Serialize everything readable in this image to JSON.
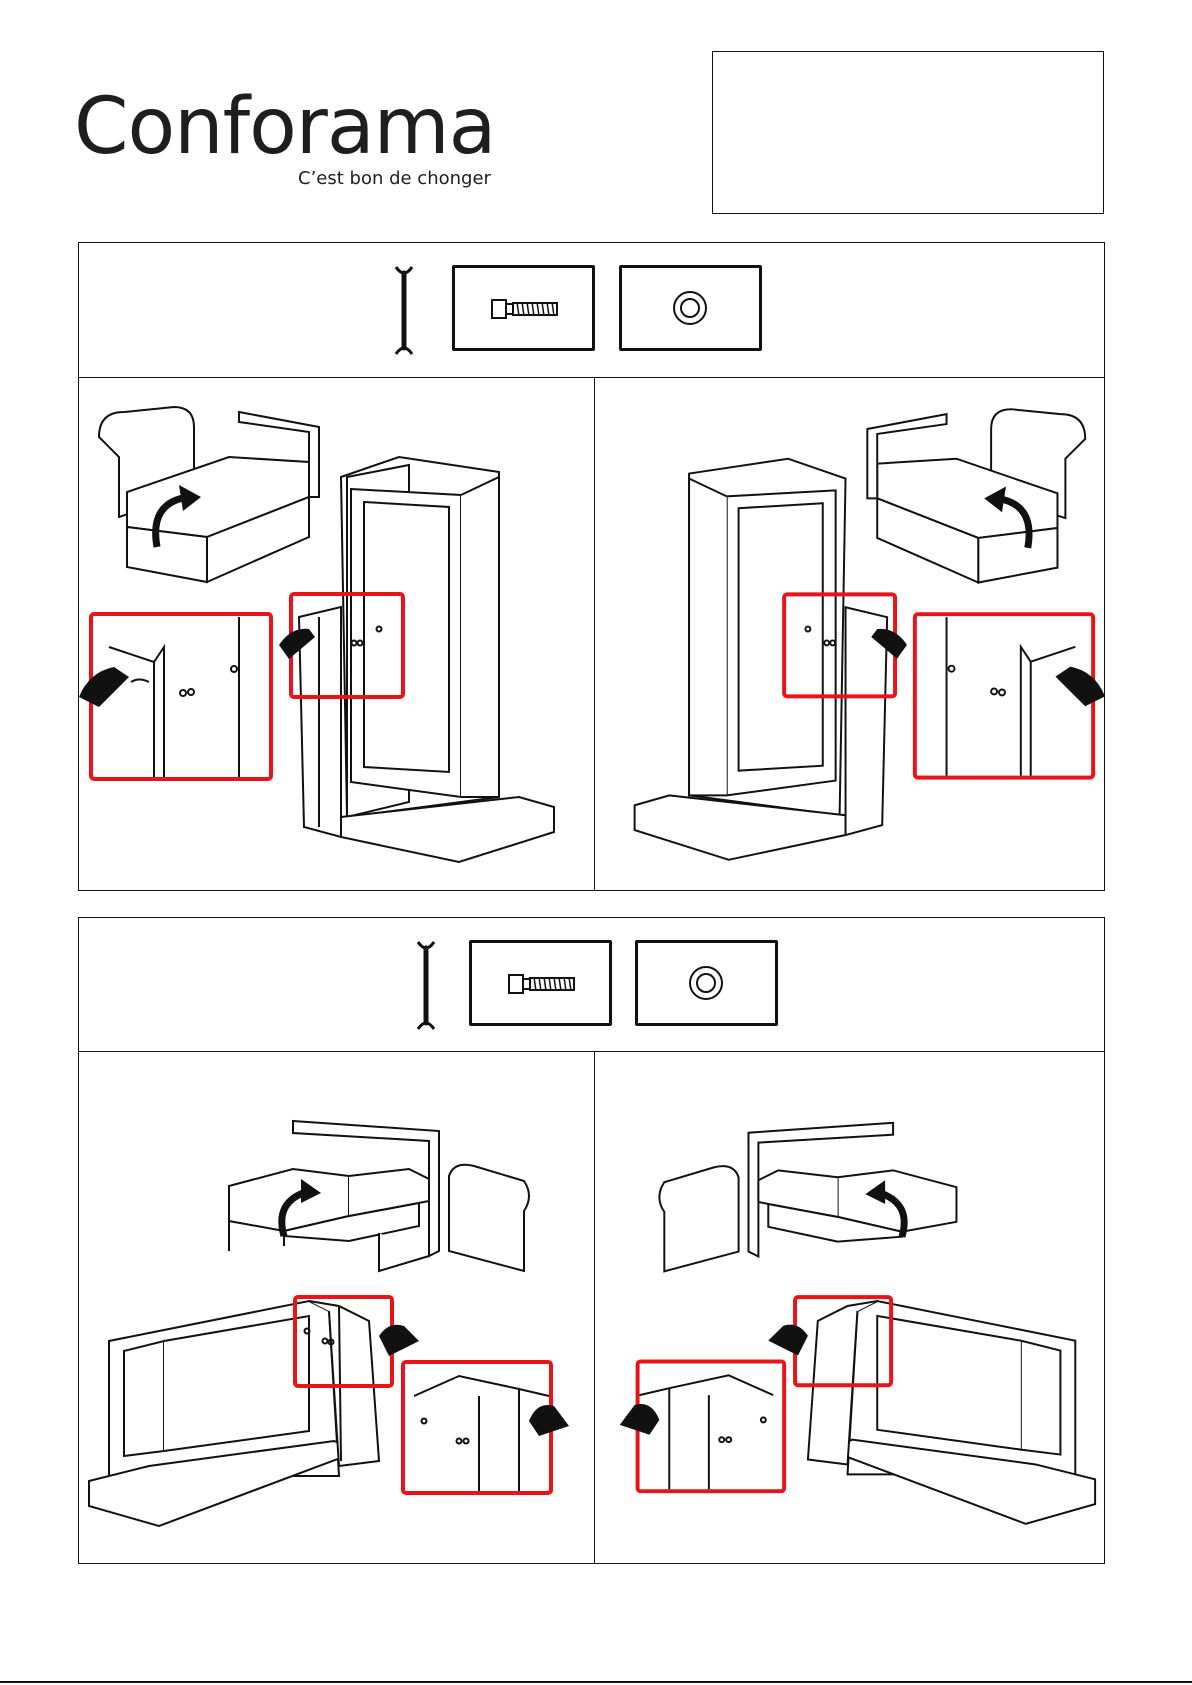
{
  "brand": {
    "name": "Conforama",
    "tagline": "C’est bon de chonger"
  },
  "colors": {
    "ink": "#111111",
    "highlight": "#e8141a"
  },
  "steps": [
    {
      "tools": [
        "wrench-icon",
        "bolt-icon",
        "washer-icon"
      ],
      "views": [
        "left-assembly",
        "right-assembly"
      ]
    },
    {
      "tools": [
        "wrench-icon",
        "bolt-icon",
        "washer-icon"
      ],
      "views": [
        "left-assembly",
        "right-assembly"
      ]
    }
  ]
}
